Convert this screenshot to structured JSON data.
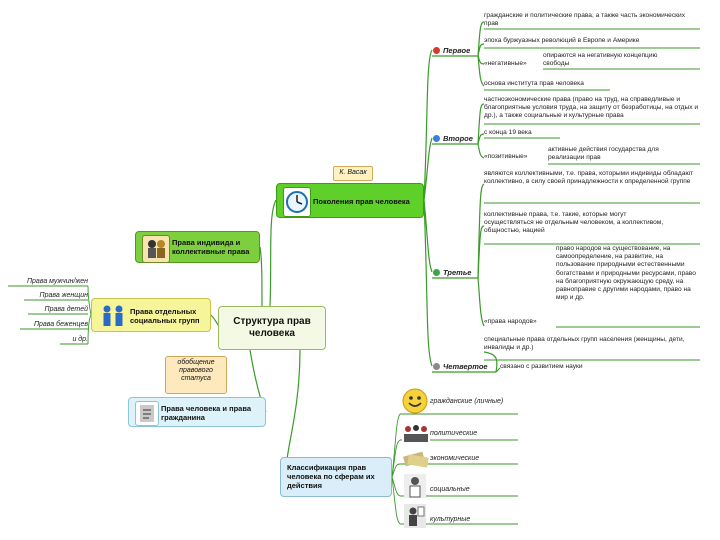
{
  "central": "Структура прав человека",
  "generations_node": "Поколения прав человека",
  "vasak": "К. Васак",
  "individual_node": "Права индивида и коллективные права",
  "social_groups_node": "Права отдельных социальных групп",
  "social_groups": [
    "Права мужчин/жен",
    "Права женщин",
    "Права детей",
    "Права беженцев",
    "и др."
  ],
  "citizen_node": "Права человека и права гражданина",
  "obobshchenie": "обобщение правового статуса",
  "classification_node": "Классификация прав человека по сферам их действия",
  "classification_items": [
    "гражданские (личные)",
    "политические",
    "экономические",
    "социальные",
    "культурные"
  ],
  "generations": [
    {
      "marker": "1",
      "label": "Первое",
      "color": "#d63a2a"
    },
    {
      "marker": "2",
      "label": "Второе",
      "color": "#3a7fd6"
    },
    {
      "marker": "3",
      "label": "Третье",
      "color": "#3aa845"
    },
    {
      "marker": "4",
      "label": "Четвертое",
      "color": "#8a8a8a"
    }
  ],
  "gen1": {
    "t1": "гражданские и политические права, а также часть экономических прав",
    "t2": "эпоха буржуазных революций в Европе и Америке",
    "t3": "«негативные»",
    "t4": "опираются на негативную концепцию свободы",
    "t5": "основа института прав человека"
  },
  "gen2": {
    "t1": "частноэкономические права (право на труд, на справедливые и благоприятные условия труда, на защиту от безработицы, на отдых и др.), а также социальные и культурные права",
    "t2": "с конца 19 века",
    "t3": "«позитивные»",
    "t4": "активные действия государства для реализации прав"
  },
  "gen3": {
    "t1": "являются коллективными, т.е. права, которыми индивиды обладают коллективно, в силу своей принадлежности к определенной группе",
    "t2": "коллективные права, т.е. такие, которые могут осуществляться не отдельным человеком, а коллективом, общностью, нацией",
    "t3": "«права народов»",
    "t4": "право народов на существование, на самоопределение, на развитие, на пользование природными естественными богатствами и природными ресурсами, право на благоприятную окружающую среду, на равноправие с другими народами, право на мир и др."
  },
  "gen4": {
    "t1": "специальные права отдельных групп населения (женщины, дети, инвалиды и др.)",
    "t2": "связано с развитием науки"
  }
}
